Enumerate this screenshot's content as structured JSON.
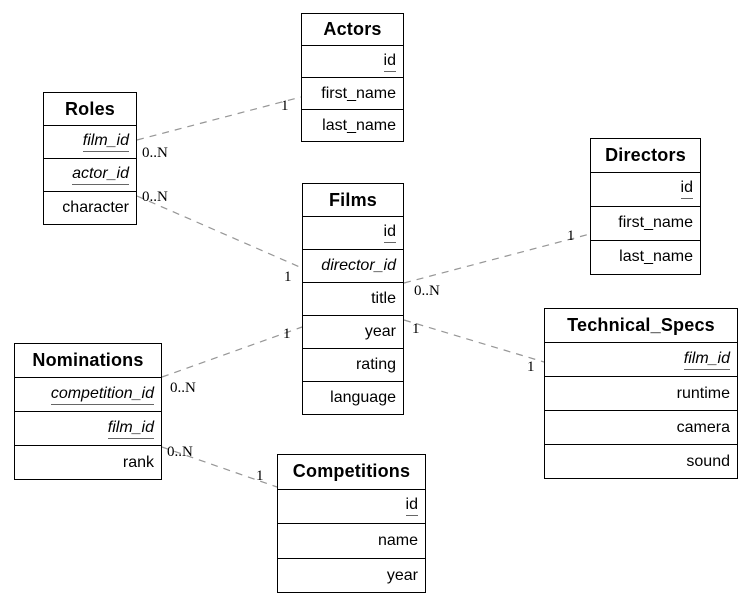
{
  "entities": [
    {
      "name": "Actors",
      "fields": [
        {
          "name": "id",
          "key": "primary"
        },
        {
          "name": "first_name",
          "key": "none"
        },
        {
          "name": "last_name",
          "key": "none"
        }
      ]
    },
    {
      "name": "Roles",
      "fields": [
        {
          "name": "film_id",
          "key": "primary-foreign"
        },
        {
          "name": "actor_id",
          "key": "primary-foreign"
        },
        {
          "name": "character",
          "key": "none"
        }
      ]
    },
    {
      "name": "Films",
      "fields": [
        {
          "name": "id",
          "key": "primary"
        },
        {
          "name": "director_id",
          "key": "foreign"
        },
        {
          "name": "title",
          "key": "none"
        },
        {
          "name": "year",
          "key": "none"
        },
        {
          "name": "rating",
          "key": "none"
        },
        {
          "name": "language",
          "key": "none"
        }
      ]
    },
    {
      "name": "Directors",
      "fields": [
        {
          "name": "id",
          "key": "primary"
        },
        {
          "name": "first_name",
          "key": "none"
        },
        {
          "name": "last_name",
          "key": "none"
        }
      ]
    },
    {
      "name": "Nominations",
      "fields": [
        {
          "name": "competition_id",
          "key": "primary-foreign"
        },
        {
          "name": "film_id",
          "key": "primary-foreign"
        },
        {
          "name": "rank",
          "key": "none"
        }
      ]
    },
    {
      "name": "Competitions",
      "fields": [
        {
          "name": "id",
          "key": "primary"
        },
        {
          "name": "name",
          "key": "none"
        },
        {
          "name": "year",
          "key": "none"
        }
      ]
    },
    {
      "name": "Technical_Specs",
      "fields": [
        {
          "name": "film_id",
          "key": "primary-foreign"
        },
        {
          "name": "runtime",
          "key": "none"
        },
        {
          "name": "camera",
          "key": "none"
        },
        {
          "name": "sound",
          "key": "none"
        }
      ]
    }
  ],
  "relationships": [
    {
      "from": "Roles",
      "to": "Actors",
      "from_cardinality": "0..N",
      "to_cardinality": "1"
    },
    {
      "from": "Roles",
      "to": "Films",
      "from_cardinality": "0..N",
      "to_cardinality": "1"
    },
    {
      "from": "Films",
      "to": "Directors",
      "from_cardinality": "0..N",
      "to_cardinality": "1"
    },
    {
      "from": "Nominations",
      "to": "Films",
      "from_cardinality": "0..N",
      "to_cardinality": "1"
    },
    {
      "from": "Films",
      "to": "Technical_Specs",
      "from_cardinality": "1",
      "to_cardinality": "1"
    },
    {
      "from": "Nominations",
      "to": "Competitions",
      "from_cardinality": "0..N",
      "to_cardinality": "1"
    }
  ],
  "colors": {
    "background": "#ffffff",
    "entity_border": "#000000",
    "text": "#000000",
    "relationship_line": "#969696"
  }
}
